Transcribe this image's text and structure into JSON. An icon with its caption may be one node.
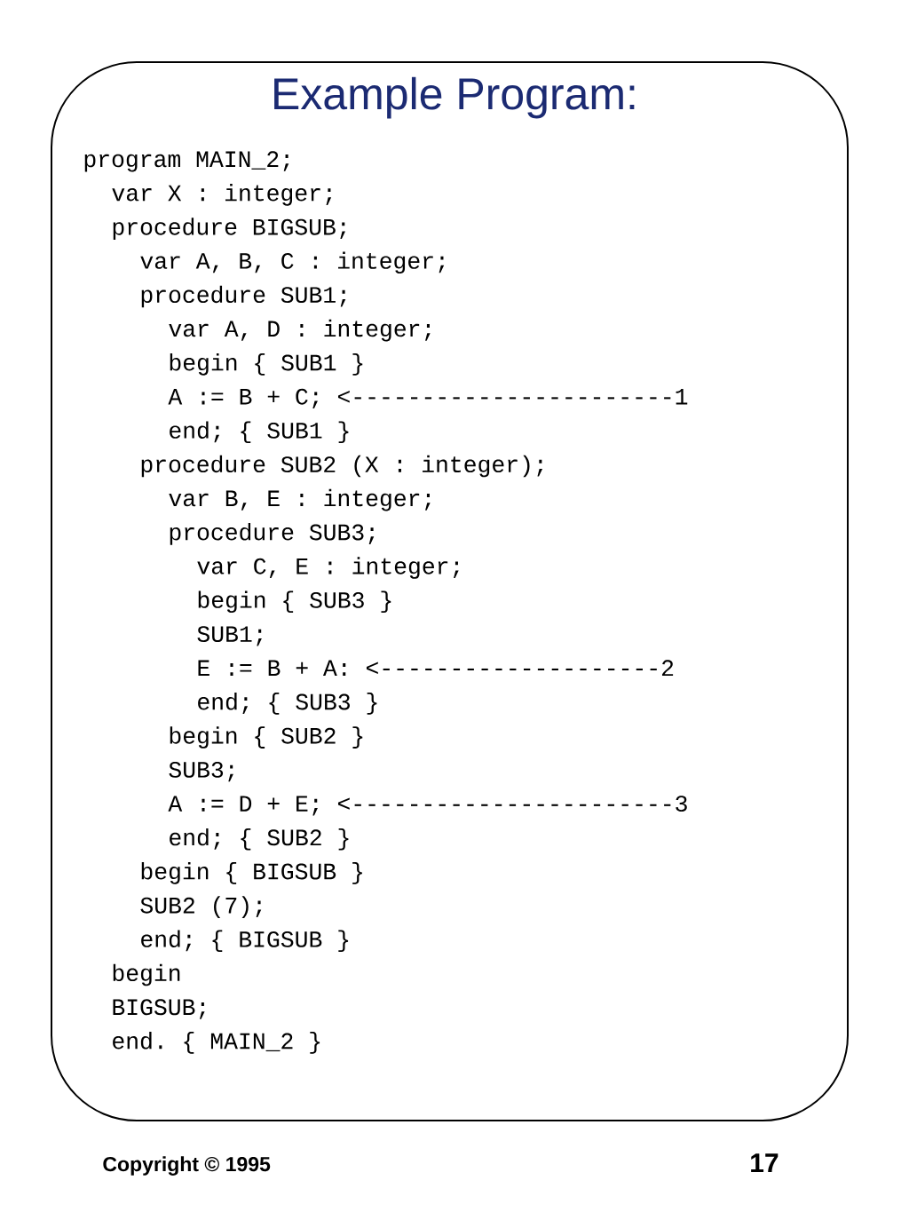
{
  "diagram": {
    "title": "Example Program:",
    "labels": [
      "program MAIN_2;",
      "var X : integer;",
      "procedure BIGSUB;",
      "var A, B, C : integer;",
      "procedure SUB1;",
      "var A, D : integer;",
      "begin { SUB1 }",
      "A := B + C;  <-----------------------1",
      "end;  { SUB1 }",
      "procedure SUB2 (X : integer);",
      "var B, E : integer;",
      "procedure SUB3;",
      "var C, E : integer;",
      "begin { SUB3 }",
      "SUB1;",
      "E := B + A:   <--------------------2",
      "end; { SUB3 }",
      "begin { SUB2 }",
      "SUB3;",
      "A := D + E;  <-----------------------3",
      "end; { SUB2 }",
      "begin { BIGSUB }",
      "SUB2 (7);",
      "end; { BIGSUB }",
      "begin",
      "BIGSUB;",
      "end. { MAIN_2 }",
      "Copyright © 1995",
      "17"
    ]
  }
}
